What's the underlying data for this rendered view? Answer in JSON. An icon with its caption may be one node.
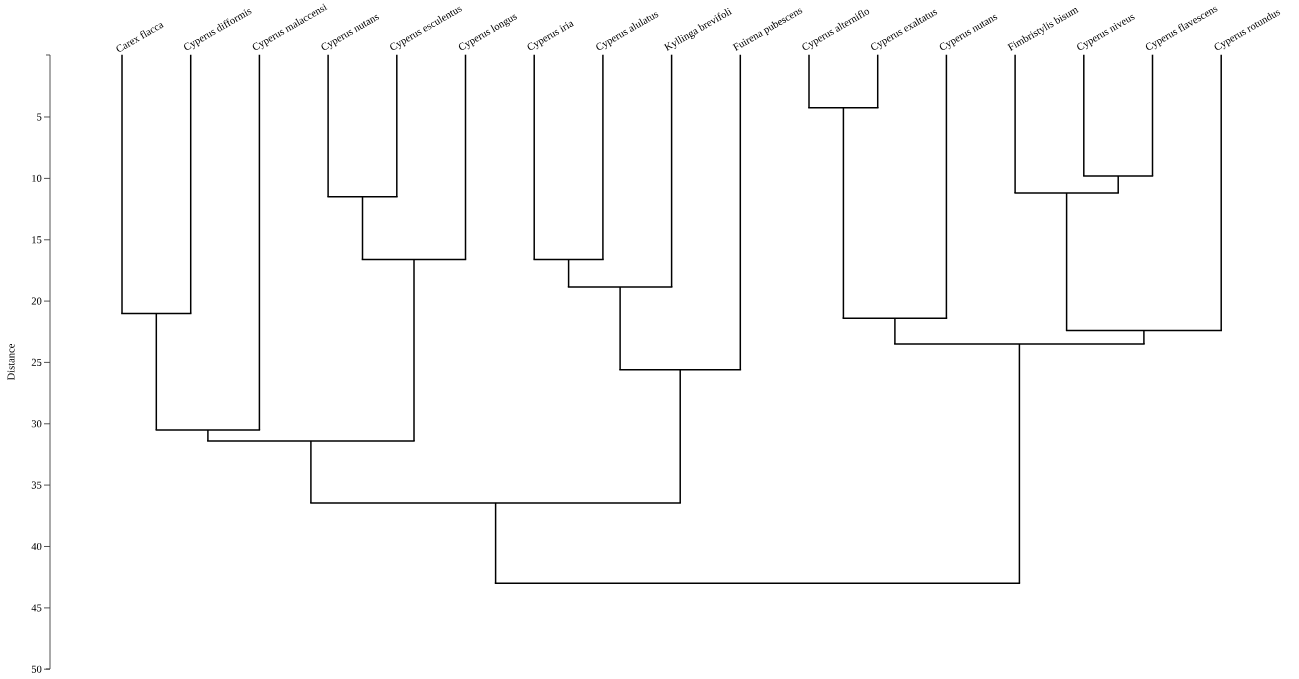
{
  "diagram": {
    "nodes": [
      {
        "text": [
          "Carex flacca"
        ]
      },
      {
        "text": [
          "Cyperus difformis"
        ]
      },
      {
        "text": [
          "Cyperus malaccensi"
        ]
      },
      {
        "text": [
          "Cyperus nutans"
        ]
      },
      {
        "text": [
          "Cyperus esculentus"
        ]
      },
      {
        "text": [
          "Cyperus longus"
        ]
      },
      {
        "text": [
          "Cyperus iria"
        ]
      },
      {
        "text": [
          "Cyperus alulatus"
        ]
      },
      {
        "text": [
          "Kyllinga brevifoli"
        ]
      },
      {
        "text": [
          "Fuirena pubescens"
        ]
      },
      {
        "text": [
          "Cyperus alterniflo"
        ]
      },
      {
        "text": [
          "Cyperus exaltatus"
        ]
      },
      {
        "text": [
          "Cyperus nutans"
        ]
      },
      {
        "text": [
          "Fimbristylis bisum"
        ]
      },
      {
        "text": [
          "Cyperus niveus"
        ]
      },
      {
        "text": [
          "Cyperus flavescens"
        ]
      },
      {
        "text": [
          "Cyperus rotundus"
        ]
      },
      {
        "text": [],
        "shape": "bar"
      },
      {
        "text": [],
        "shape": "bar"
      },
      {
        "text": [],
        "shape": "bar"
      },
      {
        "text": [],
        "shape": "bar"
      },
      {
        "text": [],
        "shape": "bar"
      },
      {
        "text": [],
        "shape": "bar"
      },
      {
        "text": [],
        "shape": "bar"
      },
      {
        "text": [],
        "shape": "bar"
      },
      {
        "text": [],
        "shape": "bar"
      },
      {
        "text": [],
        "shape": "bar"
      },
      {
        "text": [],
        "shape": "bar"
      },
      {
        "text": [],
        "shape": "bar"
      },
      {
        "text": [],
        "shape": "bar"
      },
      {
        "text": [],
        "shape": "bar"
      },
      {
        "text": [],
        "shape": "bar"
      },
      {
        "text": [],
        "shape": "bar"
      }
    ],
    "edges": [
      {
        "from": 17,
        "to": 10,
        "arrow": "none"
      },
      {
        "from": 17,
        "to": 11,
        "arrow": "none"
      },
      {
        "from": 18,
        "to": 14,
        "arrow": "none"
      },
      {
        "from": 18,
        "to": 15,
        "arrow": "none"
      },
      {
        "from": 19,
        "to": 13,
        "arrow": "none"
      },
      {
        "from": 19,
        "to": 18,
        "arrow": "none"
      },
      {
        "from": 20,
        "to": 3,
        "arrow": "none"
      },
      {
        "from": 20,
        "to": 4,
        "arrow": "none"
      },
      {
        "from": 21,
        "to": 20,
        "arrow": "none"
      },
      {
        "from": 21,
        "to": 5,
        "arrow": "none"
      },
      {
        "from": 22,
        "to": 6,
        "arrow": "none"
      },
      {
        "from": 22,
        "to": 7,
        "arrow": "none"
      },
      {
        "from": 23,
        "to": 22,
        "arrow": "none"
      },
      {
        "from": 23,
        "to": 8,
        "arrow": "none"
      },
      {
        "from": 24,
        "to": 0,
        "arrow": "none"
      },
      {
        "from": 24,
        "to": 1,
        "arrow": "none"
      },
      {
        "from": 25,
        "to": 17,
        "arrow": "none"
      },
      {
        "from": 25,
        "to": 12,
        "arrow": "none"
      },
      {
        "from": 26,
        "to": 19,
        "arrow": "none"
      },
      {
        "from": 26,
        "to": 16,
        "arrow": "none"
      },
      {
        "from": 27,
        "to": 25,
        "arrow": "none"
      },
      {
        "from": 27,
        "to": 26,
        "arrow": "none"
      },
      {
        "from": 28,
        "to": 23,
        "arrow": "none"
      },
      {
        "from": 28,
        "to": 9,
        "arrow": "none"
      },
      {
        "from": 29,
        "to": 24,
        "arrow": "none"
      },
      {
        "from": 29,
        "to": 2,
        "arrow": "none"
      },
      {
        "from": 30,
        "to": 29,
        "arrow": "none"
      },
      {
        "from": 30,
        "to": 21,
        "arrow": "none"
      },
      {
        "from": 31,
        "to": 30,
        "arrow": "none"
      },
      {
        "from": 31,
        "to": 28,
        "arrow": "none"
      },
      {
        "from": 32,
        "to": 31,
        "arrow": "none"
      },
      {
        "from": 32,
        "to": 27,
        "arrow": "none"
      }
    ],
    "labels": [
      "Distance",
      "5",
      "10",
      "15",
      "20",
      "25",
      "30",
      "35",
      "40",
      "45",
      "50"
    ]
  }
}
